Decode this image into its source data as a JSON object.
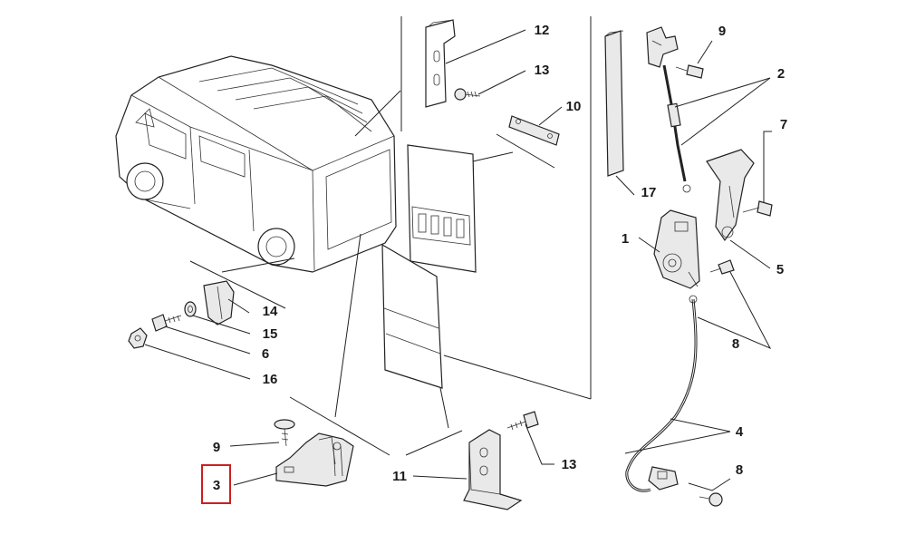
{
  "diagram": {
    "callouts": [
      {
        "id": "c12",
        "label": "12"
      },
      {
        "id": "c13a",
        "label": "13"
      },
      {
        "id": "c10",
        "label": "10"
      },
      {
        "id": "c9a",
        "label": "9"
      },
      {
        "id": "c2",
        "label": "2"
      },
      {
        "id": "c7",
        "label": "7"
      },
      {
        "id": "c17",
        "label": "17"
      },
      {
        "id": "c1",
        "label": "1"
      },
      {
        "id": "c5",
        "label": "5"
      },
      {
        "id": "c8a",
        "label": "8"
      },
      {
        "id": "c14",
        "label": "14"
      },
      {
        "id": "c15",
        "label": "15"
      },
      {
        "id": "c6",
        "label": "6"
      },
      {
        "id": "c16",
        "label": "16"
      },
      {
        "id": "c9b",
        "label": "9"
      },
      {
        "id": "c3",
        "label": "3"
      },
      {
        "id": "c11",
        "label": "11"
      },
      {
        "id": "c13b",
        "label": "13"
      },
      {
        "id": "c4",
        "label": "4"
      },
      {
        "id": "c8b",
        "label": "8"
      }
    ],
    "highlighted_callout": "3",
    "highlight_color": "#cc1f1f",
    "line_color": "#222222"
  }
}
